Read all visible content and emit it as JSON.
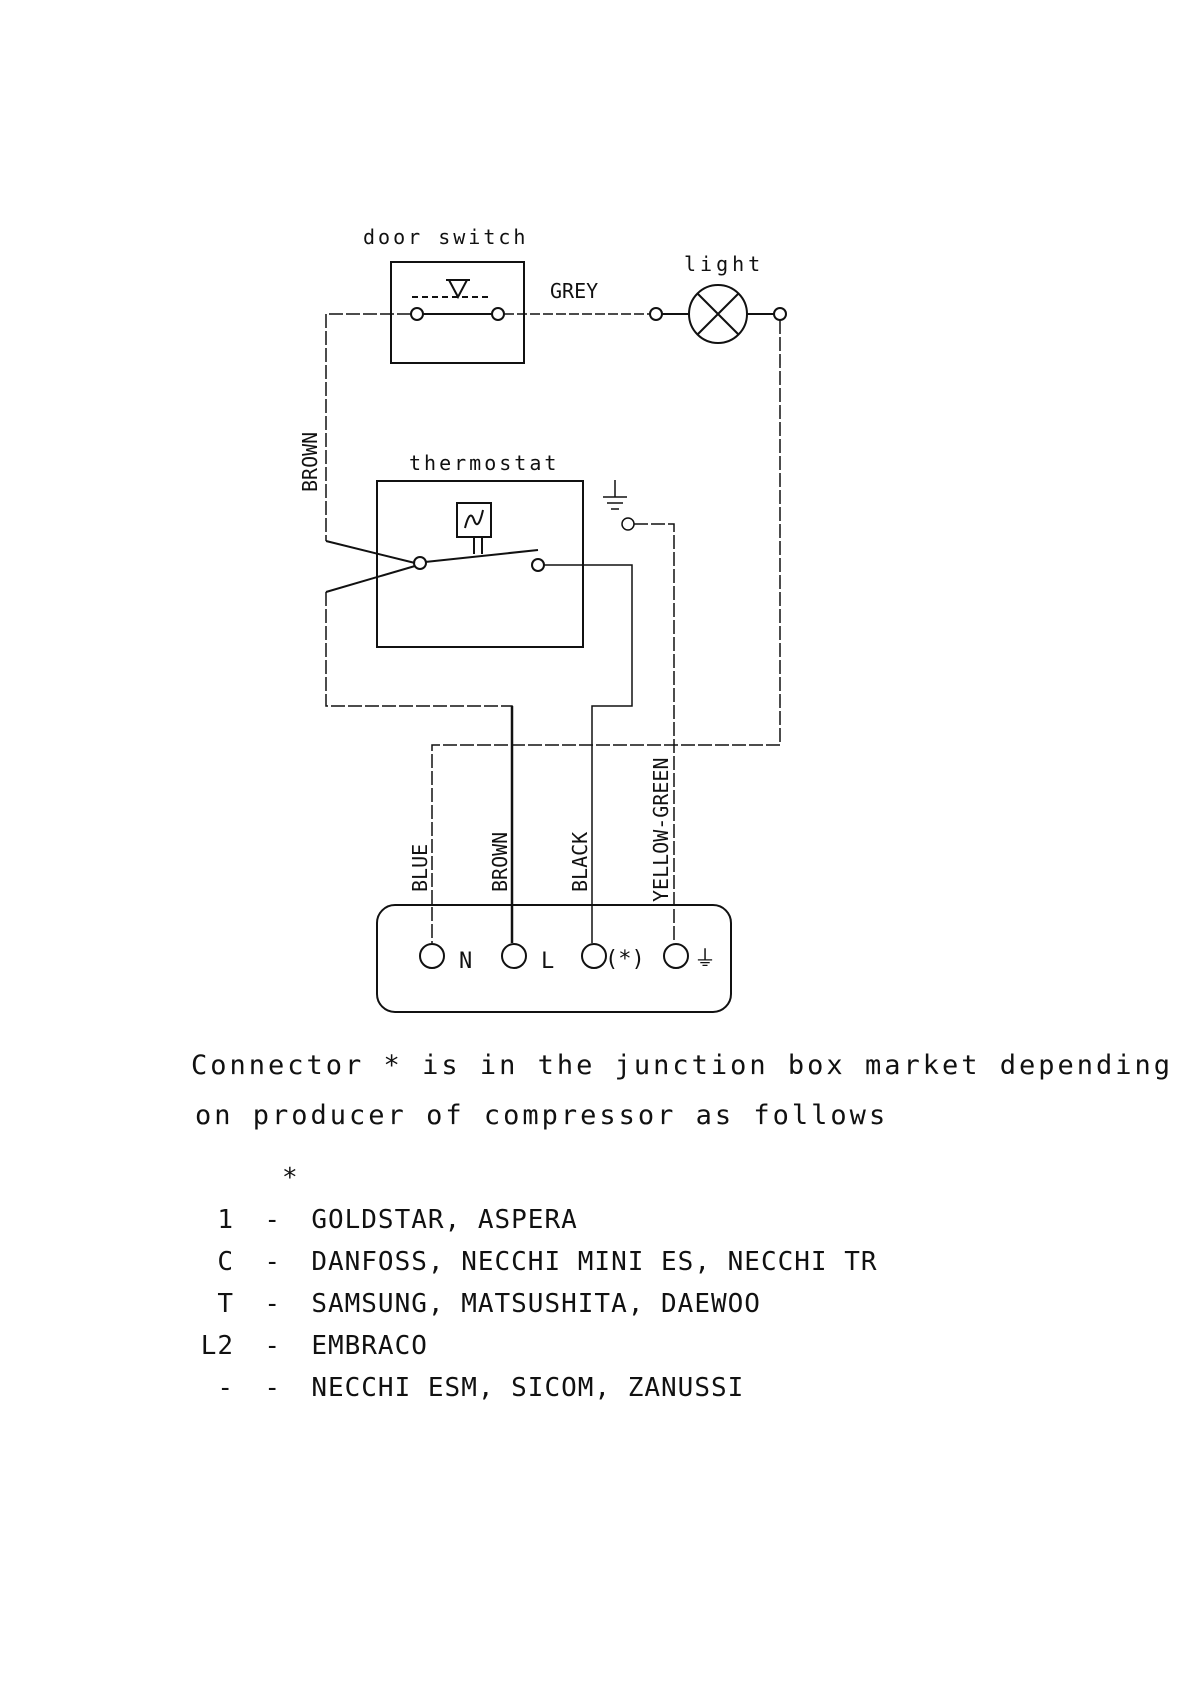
{
  "components": {
    "door_switch": "door switch",
    "light": "light",
    "thermostat": "thermostat"
  },
  "wires": {
    "grey": "GREY",
    "brown_top": "BROWN",
    "blue": "BLUE",
    "brown": "BROWN",
    "black": "BLACK",
    "yellow_green": "YELLOW-GREEN"
  },
  "terminals": {
    "n": "N",
    "l": "L",
    "star": "(*)",
    "earth": "⏚"
  },
  "note": {
    "line1": "Connector * is in the junction box market depending",
    "line2": "on producer of compressor as follows"
  },
  "legend": {
    "header": "*",
    "items": [
      {
        "code": "1",
        "sep": "-",
        "text": "GOLDSTAR, ASPERA"
      },
      {
        "code": "C",
        "sep": "-",
        "text": "DANFOSS, NECCHI MINI ES, NECCHI TR"
      },
      {
        "code": "T",
        "sep": "-",
        "text": "SAMSUNG, MATSUSHITA, DAEWOO"
      },
      {
        "code": "L2",
        "sep": "-",
        "text": "EMBRACO"
      },
      {
        "code": "-",
        "sep": "-",
        "text": "NECCHI ESM, SICOM, ZANUSSI"
      }
    ]
  }
}
